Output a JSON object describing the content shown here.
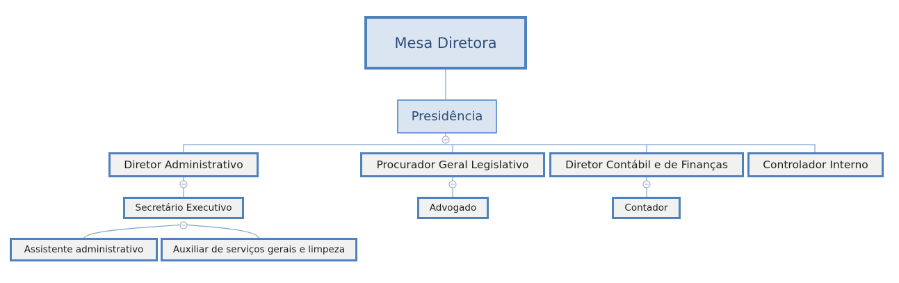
{
  "diagram": {
    "type": "org-chart",
    "root": "Mesa Diretora",
    "level1": "Presidência",
    "level2": [
      "Diretor Administrativo",
      "Procurador Geral Legislativo",
      "Diretor Contábil e de Finanças",
      "Controlador Interno"
    ],
    "level3": {
      "admin": "Secretário Executivo",
      "procurador": "Advogado",
      "contabil": "Contador"
    },
    "level4": [
      "Assistente administrativo",
      "Auxiliar de serviços gerais e limpeza"
    ],
    "edges": [
      [
        "Mesa Diretora",
        "Presidência"
      ],
      [
        "Presidência",
        "Diretor Administrativo"
      ],
      [
        "Presidência",
        "Procurador Geral Legislativo"
      ],
      [
        "Presidência",
        "Diretor Contábil e de Finanças"
      ],
      [
        "Presidência",
        "Controlador Interno"
      ],
      [
        "Diretor Administrativo",
        "Secretário Executivo"
      ],
      [
        "Procurador Geral Legislativo",
        "Advogado"
      ],
      [
        "Diretor Contábil e de Finanças",
        "Contador"
      ],
      [
        "Secretário Executivo",
        "Assistente administrativo"
      ],
      [
        "Secretário Executivo",
        "Auxiliar de serviços gerais e limpeza"
      ]
    ],
    "colors": {
      "border": "#4f81bd",
      "connector": "#7fa2cf",
      "root_fill": "#dbe5f1",
      "leaf_fill": "#f1f1f1"
    },
    "collapse_icon": "collapse-minus-icon"
  }
}
